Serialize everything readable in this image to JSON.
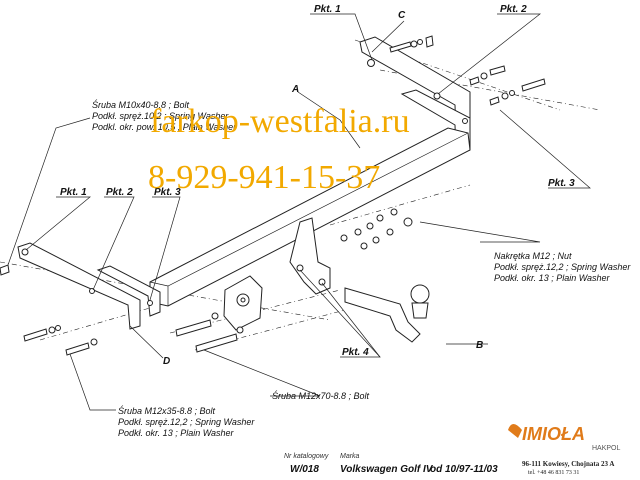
{
  "labels": {
    "pkt1_top": "Pkt. 1",
    "pkt2_top": "Pkt. 2",
    "pkt3_right": "Pkt. 3",
    "pkt1_left": "Pkt. 1",
    "pkt2_left": "Pkt. 2",
    "pkt3_left": "Pkt. 3",
    "pkt4": "Pkt. 4",
    "a": "A",
    "b": "B",
    "c": "C",
    "d": "D"
  },
  "notes": {
    "bolt_m10": [
      "Śruba M10x40-8.8 ;  Bolt",
      "Podkł. spręż.10,2 ; Spring Washer",
      "Podkl. okr. pow. 10,5 ; Plain Washer"
    ],
    "nut_m12": [
      "Nakrętka  M12 ; Nut",
      "Podkł. spręż.12,2 ; Spring Washer",
      "Podkł. okr. 13 ; Plain Washer"
    ],
    "bolt_m12x35": [
      "Śruba M12x35-8.8 ;  Bolt",
      "Podkł. spręż.12,2 ; Spring Washer",
      "Podkł. okr. 13 ; Plain Washer"
    ],
    "bolt_m12x70": "Śruba M12x70-8.8 ;  Bolt"
  },
  "watermark": {
    "site": "farkop-westfalia.ru",
    "phone": "8-929-941-15-37",
    "color": "#f2a900"
  },
  "footer": {
    "catalog_caption": "Nr katalogowy",
    "catalog_value": "W/018",
    "brand_caption": "Marka",
    "brand_value": "Volkswagen Golf IV",
    "date_value": "od  10/97-11/03"
  },
  "brand": {
    "logo_text": "IMIOŁA",
    "sub_text": "HAKPOL",
    "address": "96-111 Kowiesy, Chojnata 23 A",
    "phone": "tel. +48 46 831 73 31",
    "color": "#e07b1a"
  }
}
